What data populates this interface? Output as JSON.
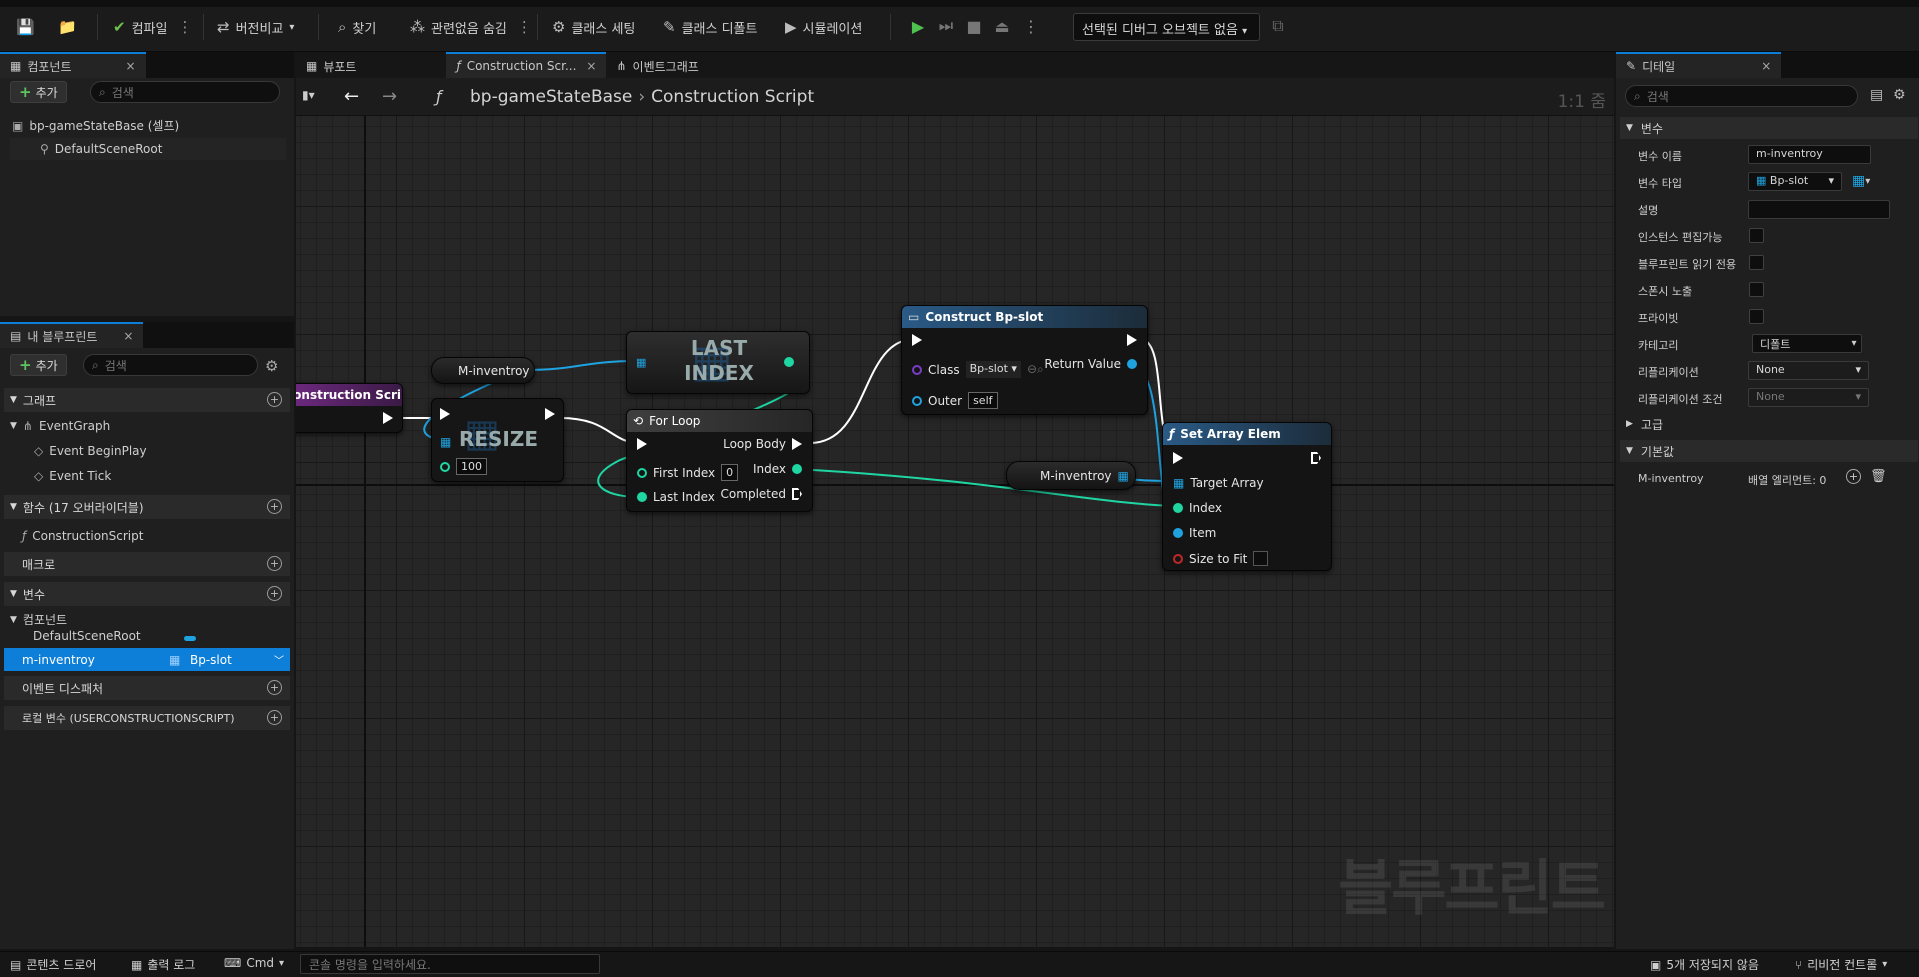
{
  "toolbar": {
    "compile": "컴파일",
    "diff": "버전비교",
    "find": "찾기",
    "hide_unrelated": "관련없음 숨김",
    "class_settings": "클래스 세팅",
    "class_defaults": "클래스 디폴트",
    "simulation": "시뮬레이션",
    "debug_object": "선택된 디버그 오브젝트 없음"
  },
  "components_panel": {
    "tab": "컴포넌트",
    "add": "추가",
    "search_placeholder": "검색",
    "tree": [
      "bp-gameStateBase (셀프)",
      "DefaultSceneRoot"
    ]
  },
  "editor_tabs": {
    "viewport": "뷰포트",
    "construction": "Construction Scr...",
    "event_graph": "이벤트그래프"
  },
  "breadcrumb": {
    "blueprint": "bp-gameStateBase",
    "graph": "Construction Script",
    "zoom": "1:1 줌"
  },
  "my_blueprint": {
    "tab": "내 블루프린트",
    "add": "추가",
    "search_placeholder": "검색",
    "graphs_header": "그래프",
    "event_graph": "EventGraph",
    "events": [
      "Event BeginPlay",
      "Event Tick"
    ],
    "functions_header": "함수 (17 오버라이더블)",
    "function": "ConstructionScript",
    "macros_header": "매크로",
    "variables_header": "변수",
    "components_group": "컴포넌트",
    "component_var": "DefaultSceneRoot",
    "selected_var": "m-inventroy",
    "selected_var_type": "Bp-slot",
    "dispatchers_header": "이벤트 디스패처",
    "local_vars_header": "로컬 변수 (USERCONSTRUCTIONSCRIPT)"
  },
  "graph": {
    "construction_node": "Construction Script",
    "var_get_1": "M-inventroy",
    "resize_title": "RESIZE",
    "resize_value": "100",
    "last_index_title_1": "LAST",
    "last_index_title_2": "INDEX",
    "for_loop": "For Loop",
    "first_index": "First Index",
    "first_index_value": "0",
    "last_index": "Last Index",
    "loop_body": "Loop Body",
    "index": "Index",
    "completed": "Completed",
    "construct_title": "Construct Bp-slot",
    "class": "Class",
    "class_value": "Bp-slot",
    "outer": "Outer",
    "outer_value": "self",
    "return_value": "Return Value",
    "var_get_2": "M-inventroy",
    "set_array_title": "Set Array Elem",
    "target_array": "Target Array",
    "sa_index": "Index",
    "item": "Item",
    "size_to_fit": "Size to Fit",
    "watermark": "블루프린트"
  },
  "details": {
    "tab": "디테일",
    "search_placeholder": "검색",
    "variable_section": "변수",
    "var_name_label": "변수 이름",
    "var_name": "m-inventroy",
    "var_type_label": "변수 타입",
    "var_type": "Bp-slot",
    "description_label": "설명",
    "instance_editable": "인스턴스 편집가능",
    "bp_readonly": "블루프린트 읽기 전용",
    "expose_spawn": "스폰시 노출",
    "private": "프라이빗",
    "category_label": "카테고리",
    "category": "디폴트",
    "replication_label": "리플리케이션",
    "replication": "None",
    "rep_condition_label": "리플리케이션 조건",
    "rep_condition": "None",
    "advanced": "고급",
    "default_section": "기본값",
    "default_var": "M-inventroy",
    "default_value": "배열 엘리먼트: 0"
  },
  "statusbar": {
    "content_drawer": "콘텐츠 드로어",
    "output_log": "출력 로그",
    "cmd": "Cmd",
    "console_placeholder": "콘솔 명령을 입력하세요.",
    "unsaved": "5개 저장되지 않음",
    "revision": "리비전 컨트롤"
  },
  "colors": {
    "accent": "#0e7fd8",
    "exec": "#ffffff",
    "object_pin": "#1fa3e0",
    "int_pin": "#1fd6a3",
    "construction_header": "#7b2d8f",
    "function_header": "#2a5a86"
  }
}
